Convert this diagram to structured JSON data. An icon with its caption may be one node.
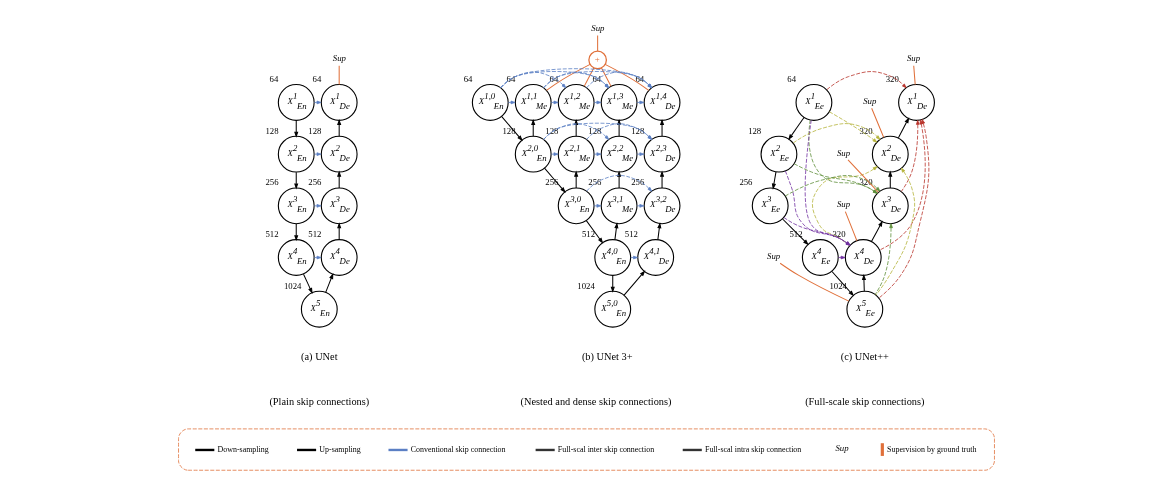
{
  "diagram": {
    "nodes": [
      {
        "text": [
          "Sup"
        ]
      },
      {
        "text": [
          "X$^{1}$$_{En}$"
        ],
        "beside": [
          "64"
        ]
      },
      {
        "text": [
          "X$^{1}$$_{De}$"
        ],
        "beside": [
          "64"
        ]
      },
      {
        "text": [
          "X$^{2}$$_{En}$"
        ],
        "beside": [
          "128"
        ]
      },
      {
        "text": [
          "X$^{2}$$_{De}$"
        ],
        "beside": [
          "128"
        ]
      },
      {
        "text": [
          "X$^{3}$$_{En}$"
        ],
        "beside": [
          "256"
        ]
      },
      {
        "text": [
          "X$^{3}$$_{De}$"
        ],
        "beside": [
          "256"
        ]
      },
      {
        "text": [
          "X$^{4}$$_{En}$"
        ],
        "beside": [
          "512"
        ]
      },
      {
        "text": [
          "X$^{4}$$_{De}$"
        ],
        "beside": [
          "512"
        ]
      },
      {
        "text": [
          "X$^{5}$$_{En}$"
        ],
        "beside": [
          "1024"
        ]
      },
      {
        "text": [
          "Sup"
        ]
      },
      {
        "text": [
          "+"
        ]
      },
      {
        "text": [
          "X$^{1,0}$$_{En}$"
        ],
        "beside": [
          "64"
        ]
      },
      {
        "text": [
          "X$^{1,1}$$_{Me}$"
        ],
        "beside": [
          "64"
        ]
      },
      {
        "text": [
          "X$^{1,2}$$_{Me}$"
        ],
        "beside": [
          "64"
        ]
      },
      {
        "text": [
          "X$^{1,3}$$_{Me}$"
        ],
        "beside": [
          "64"
        ]
      },
      {
        "text": [
          "X$^{1,4}$$_{De}$"
        ],
        "beside": [
          "64"
        ]
      },
      {
        "text": [
          "X$^{2,0}$$_{En}$"
        ],
        "beside": [
          "128"
        ]
      },
      {
        "text": [
          "X$^{2,1}$$_{Me}$"
        ],
        "beside": [
          "128"
        ]
      },
      {
        "text": [
          "X$^{2,2}$$_{Me}$"
        ],
        "beside": [
          "128"
        ]
      },
      {
        "text": [
          "X$^{2,3}$$_{De}$"
        ],
        "beside": [
          "128"
        ]
      },
      {
        "text": [
          "X$^{3,0}$$_{En}$"
        ],
        "beside": [
          "256"
        ]
      },
      {
        "text": [
          "X$^{3,1}$$_{Me}$"
        ],
        "beside": [
          "256"
        ]
      },
      {
        "text": [
          "X$^{3,2}$$_{De}$"
        ],
        "beside": [
          "256"
        ]
      },
      {
        "text": [
          "X$^{4,0}$$_{En}$"
        ],
        "beside": [
          "512"
        ]
      },
      {
        "text": [
          "X$^{4,1}$$_{De}$"
        ],
        "beside": [
          "512"
        ]
      },
      {
        "text": [
          "X$^{5,0}$$_{En}$"
        ],
        "beside": [
          "1024"
        ]
      },
      {
        "text": [
          "Sup"
        ]
      },
      {
        "text": [
          "X$^{1}$$_{Ee}$"
        ],
        "beside": [
          "64"
        ]
      },
      {
        "text": [
          "X$^{1}$$_{De}$"
        ],
        "beside": [
          "320"
        ]
      },
      {
        "text": [
          "Sup"
        ]
      },
      {
        "text": [
          "X$^{2}$$_{De}$"
        ],
        "beside": [
          "320"
        ]
      },
      {
        "text": [
          "X$^{2}$$_{Ee}$"
        ],
        "beside": [
          "128"
        ]
      },
      {
        "text": [
          "Sup"
        ]
      },
      {
        "text": [
          "X$^{3}$$_{De}$"
        ],
        "beside": [
          "320"
        ]
      },
      {
        "text": [
          "X$^{3}$$_{Ee}$"
        ],
        "beside": [
          "256"
        ]
      },
      {
        "text": [
          "Sup"
        ]
      },
      {
        "text": [
          "X$^{4}$$_{De}$"
        ],
        "beside": [
          "320"
        ]
      },
      {
        "text": [
          "X$^{4}$$_{Ee}$"
        ],
        "beside": [
          "512"
        ]
      },
      {
        "text": [
          "Sup"
        ]
      },
      {
        "text": [
          "X$^{5}$$_{Ee}$"
        ],
        "beside": [
          "1024"
        ]
      },
      {
        "text": [],
        "shape": "box"
      }
    ],
    "edges": [
      {
        "from": 1,
        "to": 3,
        "arrow": "to"
      },
      {
        "from": 3,
        "to": 5,
        "arrow": "to"
      },
      {
        "from": 5,
        "to": 7,
        "arrow": "to"
      },
      {
        "from": 7,
        "to": 9,
        "arrow": "to"
      },
      {
        "from": 9,
        "to": 8,
        "arrow": "to"
      },
      {
        "from": 8,
        "to": 6,
        "arrow": "to"
      },
      {
        "from": 6,
        "to": 4,
        "arrow": "to"
      },
      {
        "from": 4,
        "to": 2,
        "arrow": "to"
      },
      {
        "from": 1,
        "to": 2,
        "arrow": "to",
        "style": "dashed",
        "color": "#5b7fc4"
      },
      {
        "from": 3,
        "to": 4,
        "arrow": "to",
        "style": "dashed",
        "color": "#5b7fc4"
      },
      {
        "from": 5,
        "to": 6,
        "arrow": "to",
        "style": "dashed",
        "color": "#5b7fc4"
      },
      {
        "from": 7,
        "to": 8,
        "arrow": "to",
        "style": "dashed",
        "color": "#5b7fc4"
      },
      {
        "from": 0,
        "to": 2,
        "arrow": "none",
        "color": "#e0703a"
      },
      {
        "from": 12,
        "to": 17,
        "arrow": "to"
      },
      {
        "from": 17,
        "to": 21,
        "arrow": "to"
      },
      {
        "from": 21,
        "to": 24,
        "arrow": "to"
      },
      {
        "from": 24,
        "to": 26,
        "arrow": "to"
      },
      {
        "from": 17,
        "to": 13,
        "arrow": "to"
      },
      {
        "from": 21,
        "to": 18,
        "arrow": "to"
      },
      {
        "from": 24,
        "to": 22,
        "arrow": "to"
      },
      {
        "from": 26,
        "to": 25,
        "arrow": "to"
      },
      {
        "from": 18,
        "to": 14,
        "arrow": "to"
      },
      {
        "from": 22,
        "to": 19,
        "arrow": "to"
      },
      {
        "from": 25,
        "to": 23,
        "arrow": "to"
      },
      {
        "from": 19,
        "to": 15,
        "arrow": "to"
      },
      {
        "from": 23,
        "to": 20,
        "arrow": "to"
      },
      {
        "from": 20,
        "to": 16,
        "arrow": "to"
      },
      {
        "from": 12,
        "to": 13,
        "arrow": "to",
        "style": "dashed",
        "color": "#5b7fc4"
      },
      {
        "from": 12,
        "to": 14,
        "arrow": "to",
        "style": "dashed",
        "color": "#5b7fc4"
      },
      {
        "from": 12,
        "to": 15,
        "arrow": "to",
        "style": "dashed",
        "color": "#5b7fc4"
      },
      {
        "from": 12,
        "to": 16,
        "arrow": "to",
        "style": "dashed",
        "color": "#5b7fc4"
      },
      {
        "from": 13,
        "to": 14,
        "arrow": "to",
        "style": "dashed",
        "color": "#5b7fc4"
      },
      {
        "from": 13,
        "to": 15,
        "arrow": "to",
        "style": "dashed",
        "color": "#5b7fc4"
      },
      {
        "from": 13,
        "to": 16,
        "arrow": "to",
        "style": "dashed",
        "color": "#5b7fc4"
      },
      {
        "from": 14,
        "to": 15,
        "arrow": "to",
        "style": "dashed",
        "color": "#5b7fc4"
      },
      {
        "from": 14,
        "to": 16,
        "arrow": "to",
        "style": "dashed",
        "color": "#5b7fc4"
      },
      {
        "from": 15,
        "to": 16,
        "arrow": "to",
        "style": "dashed",
        "color": "#5b7fc4"
      },
      {
        "from": 17,
        "to": 18,
        "arrow": "to",
        "style": "dashed",
        "color": "#5b7fc4"
      },
      {
        "from": 17,
        "to": 19,
        "arrow": "to",
        "style": "dashed",
        "color": "#5b7fc4"
      },
      {
        "from": 17,
        "to": 20,
        "arrow": "to",
        "style": "dashed",
        "color": "#5b7fc4"
      },
      {
        "from": 18,
        "to": 19,
        "arrow": "to",
        "style": "dashed",
        "color": "#5b7fc4"
      },
      {
        "from": 18,
        "to": 20,
        "arrow": "to",
        "style": "dashed",
        "color": "#5b7fc4"
      },
      {
        "from": 19,
        "to": 20,
        "arrow": "to",
        "style": "dashed",
        "color": "#5b7fc4"
      },
      {
        "from": 21,
        "to": 22,
        "arrow": "to",
        "style": "dashed",
        "color": "#5b7fc4"
      },
      {
        "from": 21,
        "to": 23,
        "arrow": "to",
        "style": "dashed",
        "color": "#5b7fc4"
      },
      {
        "from": 22,
        "to": 23,
        "arrow": "to",
        "style": "dashed",
        "color": "#5b7fc4"
      },
      {
        "from": 24,
        "to": 25,
        "arrow": "to",
        "style": "dashed",
        "color": "#5b7fc4"
      },
      {
        "from": 13,
        "to": 11,
        "arrow": "none",
        "color": "#e0703a"
      },
      {
        "from": 14,
        "to": 11,
        "arrow": "none",
        "color": "#e0703a"
      },
      {
        "from": 15,
        "to": 11,
        "arrow": "none",
        "color": "#e0703a"
      },
      {
        "from": 16,
        "to": 11,
        "arrow": "none",
        "color": "#e0703a"
      },
      {
        "from": 11,
        "to": 10,
        "arrow": "none",
        "color": "#e0703a"
      },
      {
        "from": 28,
        "to": 32,
        "arrow": "to"
      },
      {
        "from": 32,
        "to": 35,
        "arrow": "to"
      },
      {
        "from": 35,
        "to": 38,
        "arrow": "to"
      },
      {
        "from": 38,
        "to": 40,
        "arrow": "to"
      },
      {
        "from": 28,
        "to": 37,
        "arrow": "to",
        "style": "dashed",
        "color": "#7030a0"
      },
      {
        "from": 32,
        "to": 37,
        "arrow": "to",
        "style": "dashed",
        "color": "#7030a0"
      },
      {
        "from": 35,
        "to": 37,
        "arrow": "to",
        "style": "dashed",
        "color": "#7030a0"
      },
      {
        "from": 38,
        "to": 37,
        "arrow": "to",
        "style": "dashed",
        "color": "#7030a0"
      },
      {
        "from": 40,
        "to": 37,
        "arrow": "to"
      },
      {
        "from": 28,
        "to": 34,
        "arrow": "to",
        "style": "dashed",
        "color": "#5f8f3a"
      },
      {
        "from": 32,
        "to": 34,
        "arrow": "to",
        "style": "dashed",
        "color": "#5f8f3a"
      },
      {
        "from": 35,
        "to": 34,
        "arrow": "to",
        "style": "dashed",
        "color": "#5f8f3a"
      },
      {
        "from": 37,
        "to": 34,
        "arrow": "to"
      },
      {
        "from": 40,
        "to": 34,
        "arrow": "to",
        "style": "dashed",
        "color": "#5f8f3a"
      },
      {
        "from": 28,
        "to": 31,
        "arrow": "to",
        "style": "dashed",
        "color": "#b5b33a"
      },
      {
        "from": 32,
        "to": 31,
        "arrow": "to",
        "style": "dashed",
        "color": "#b5b33a"
      },
      {
        "from": 34,
        "to": 31,
        "arrow": "to"
      },
      {
        "from": 37,
        "to": 31,
        "arrow": "to",
        "style": "dashed",
        "color": "#b5b33a"
      },
      {
        "from": 40,
        "to": 31,
        "arrow": "to",
        "style": "dashed",
        "color": "#b5b33a"
      },
      {
        "from": 28,
        "to": 29,
        "arrow": "to",
        "style": "dashed",
        "color": "#b8322a"
      },
      {
        "from": 31,
        "to": 29,
        "arrow": "to"
      },
      {
        "from": 34,
        "to": 29,
        "arrow": "to",
        "style": "dashed",
        "color": "#b8322a"
      },
      {
        "from": 37,
        "to": 29,
        "arrow": "to",
        "style": "dashed",
        "color": "#b8322a"
      },
      {
        "from": 40,
        "to": 29,
        "arrow": "to",
        "style": "dashed",
        "color": "#b8322a"
      },
      {
        "from": 27,
        "to": 29,
        "arrow": "none",
        "color": "#e0703a"
      },
      {
        "from": 30,
        "to": 31,
        "arrow": "none",
        "color": "#e0703a"
      },
      {
        "from": 33,
        "to": 34,
        "arrow": "none",
        "color": "#e0703a"
      },
      {
        "from": 36,
        "to": 37,
        "arrow": "none",
        "color": "#e0703a"
      },
      {
        "from": 39,
        "to": 40,
        "arrow": "none",
        "color": "#e0703a"
      }
    ],
    "labels": [
      "(a) UNet",
      "(Plain skip connections)",
      "(b) UNet 3+",
      "(Nested and dense skip connections)",
      "(c) UNet++",
      "(Full-scale skip connections)",
      "Sup"
    ],
    "legend": [
      {
        "text": "Down-sampling"
      },
      {
        "text": "Up-sampling"
      },
      {
        "text": "Conventional skip connection"
      },
      {
        "text": "Full-scal inter skip connection"
      },
      {
        "text": "Full-scal intra skip connection"
      },
      {
        "text": "Supervision by ground truth"
      }
    ]
  }
}
